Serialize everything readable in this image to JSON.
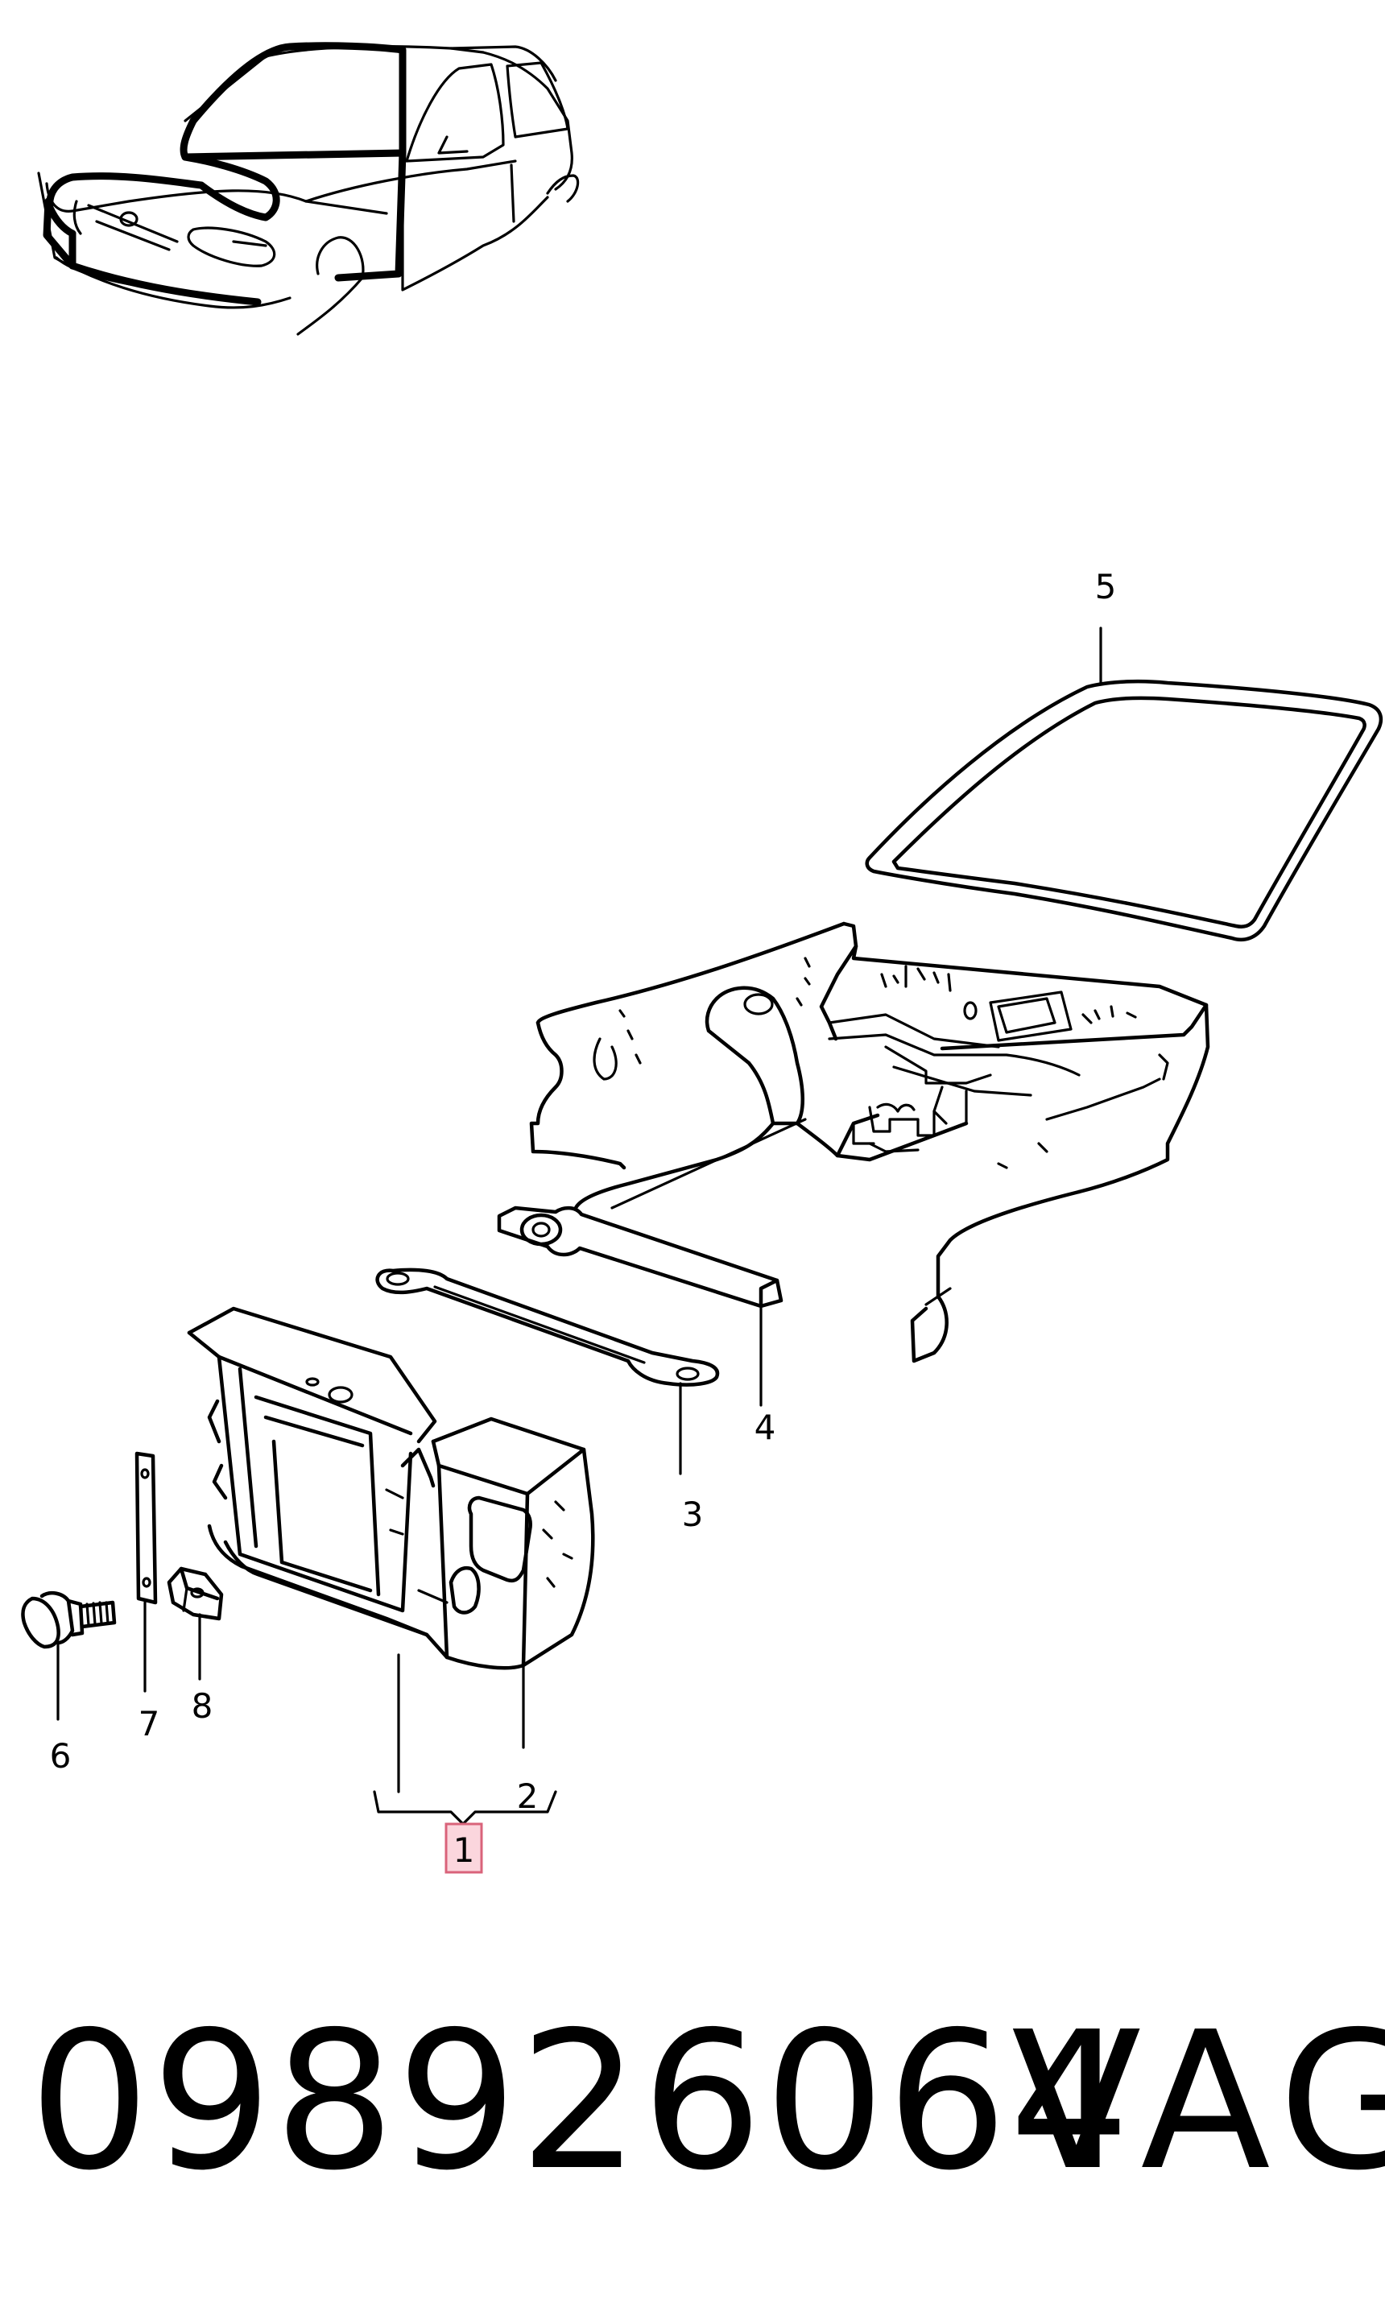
{
  "callouts": {
    "c1": "1",
    "c2": "2",
    "c3": "3",
    "c4": "4",
    "c5": "5",
    "c6": "6",
    "c7": "7",
    "c8": "8"
  },
  "highlighted_callout": "1",
  "highlight_color": "#fbd6dd",
  "footer": {
    "part_number": "098926064",
    "brand": "VAG"
  }
}
